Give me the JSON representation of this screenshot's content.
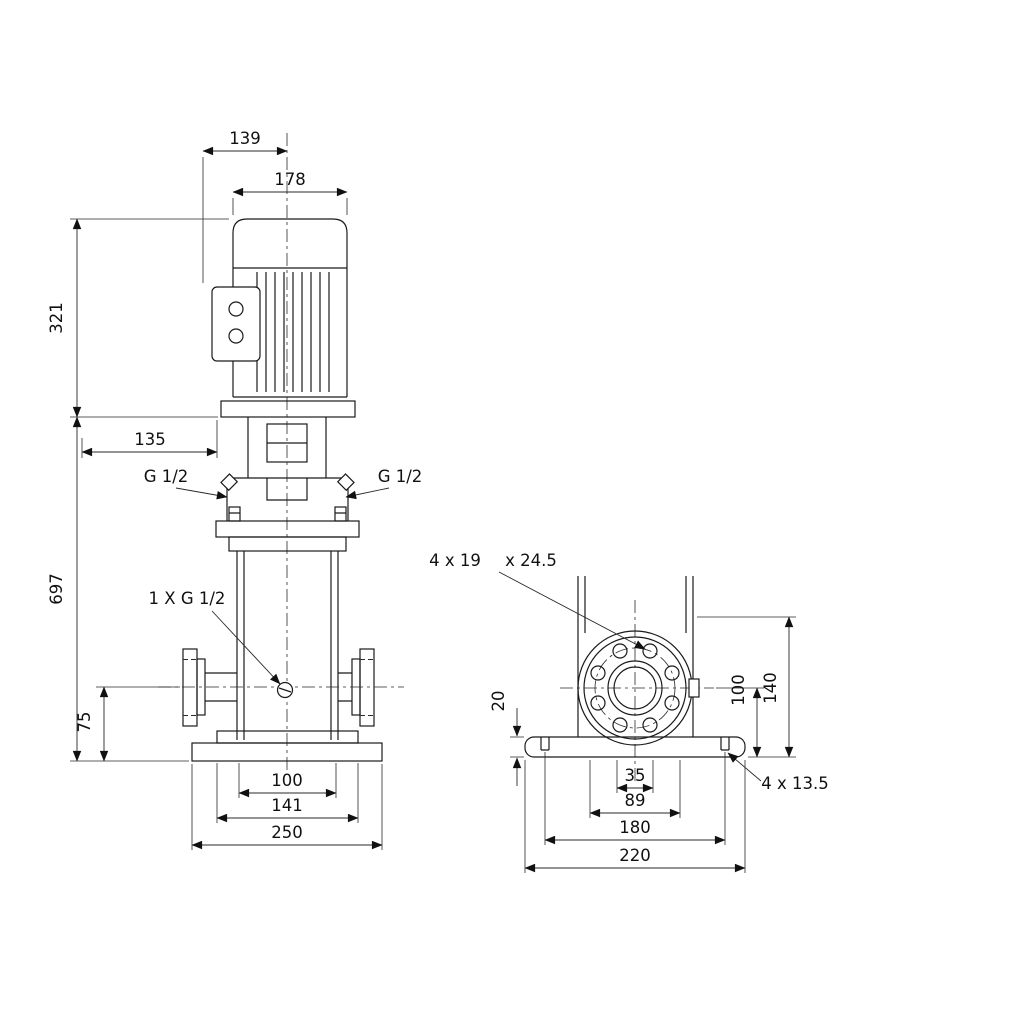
{
  "front": {
    "d139": "139",
    "d178": "178",
    "d321": "321",
    "d135": "135",
    "d697": "697",
    "d75": "75",
    "g_left": "G 1/2",
    "g_right": "G 1/2",
    "drain_label": "1 X G 1/2",
    "d100": "100",
    "d141": "141",
    "d250": "250"
  },
  "side": {
    "flange_holes": "4 x 19",
    "flange_cbore": "x 24.5",
    "d20": "20",
    "d100": "100",
    "d140": "140",
    "d35": "35",
    "d89": "89",
    "d180": "180",
    "d220": "220",
    "base_holes": "4 x 13.5"
  }
}
